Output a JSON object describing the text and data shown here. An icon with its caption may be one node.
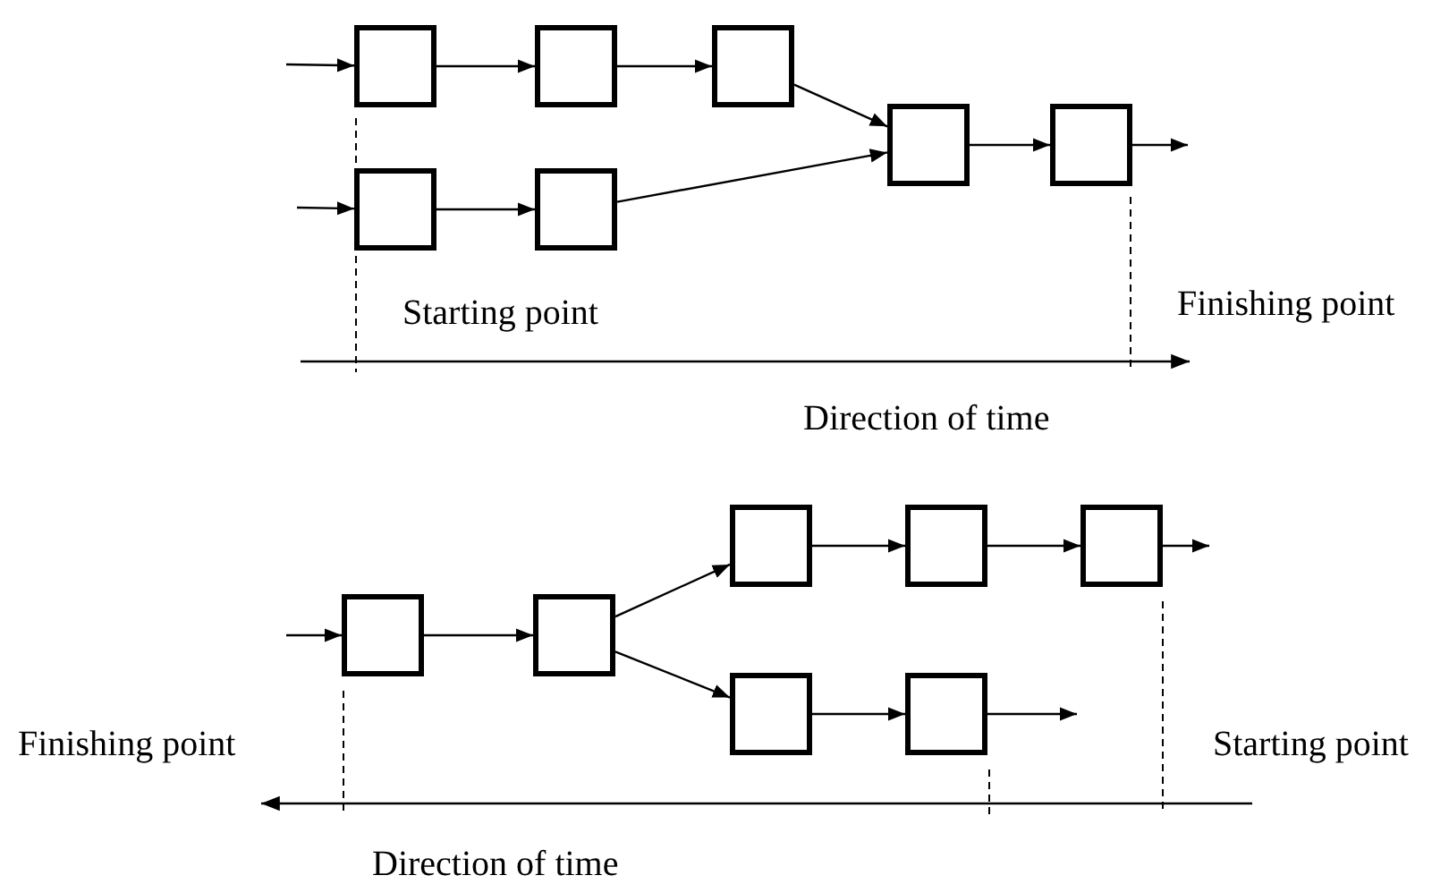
{
  "diagram": {
    "nodes": [
      {
        "text": [],
        "shape": "box"
      },
      {
        "text": [],
        "shape": "box"
      },
      {
        "text": [],
        "shape": "box"
      },
      {
        "text": [],
        "shape": "box"
      },
      {
        "text": [],
        "shape": "box"
      },
      {
        "text": [],
        "shape": "box"
      },
      {
        "text": [],
        "shape": "box"
      },
      {
        "text": [],
        "shape": "box"
      },
      {
        "text": [],
        "shape": "box"
      },
      {
        "text": [],
        "shape": "box"
      },
      {
        "text": [],
        "shape": "box"
      },
      {
        "text": [],
        "shape": "box"
      },
      {
        "text": [],
        "shape": "box"
      },
      {
        "text": [],
        "shape": "box"
      }
    ],
    "edges": [
      {
        "from": null,
        "to": 0,
        "arrow": "to"
      },
      {
        "from": 0,
        "to": 1,
        "arrow": "to"
      },
      {
        "from": 1,
        "to": 2,
        "arrow": "to"
      },
      {
        "from": 2,
        "to": 5,
        "arrow": "to"
      },
      {
        "from": null,
        "to": 3,
        "arrow": "to"
      },
      {
        "from": 3,
        "to": 4,
        "arrow": "to"
      },
      {
        "from": 4,
        "to": 5,
        "arrow": "to"
      },
      {
        "from": 5,
        "to": 6,
        "arrow": "to"
      },
      {
        "from": 6,
        "to": null,
        "arrow": "to"
      },
      {
        "from": null,
        "to": 7,
        "arrow": "to"
      },
      {
        "from": 7,
        "to": 8,
        "arrow": "to"
      },
      {
        "from": 8,
        "to": 9,
        "arrow": "to"
      },
      {
        "from": 9,
        "to": 10,
        "arrow": "to"
      },
      {
        "from": 10,
        "to": 11,
        "arrow": "to"
      },
      {
        "from": 11,
        "to": null,
        "arrow": "to"
      },
      {
        "from": 8,
        "to": 12,
        "arrow": "to"
      },
      {
        "from": 12,
        "to": 13,
        "arrow": "to"
      },
      {
        "from": 13,
        "to": null,
        "arrow": "to"
      }
    ],
    "labels": [
      "Starting point",
      "Finishing point",
      "Direction of time",
      "Finishing point",
      "Starting point",
      "Direction of time"
    ]
  }
}
